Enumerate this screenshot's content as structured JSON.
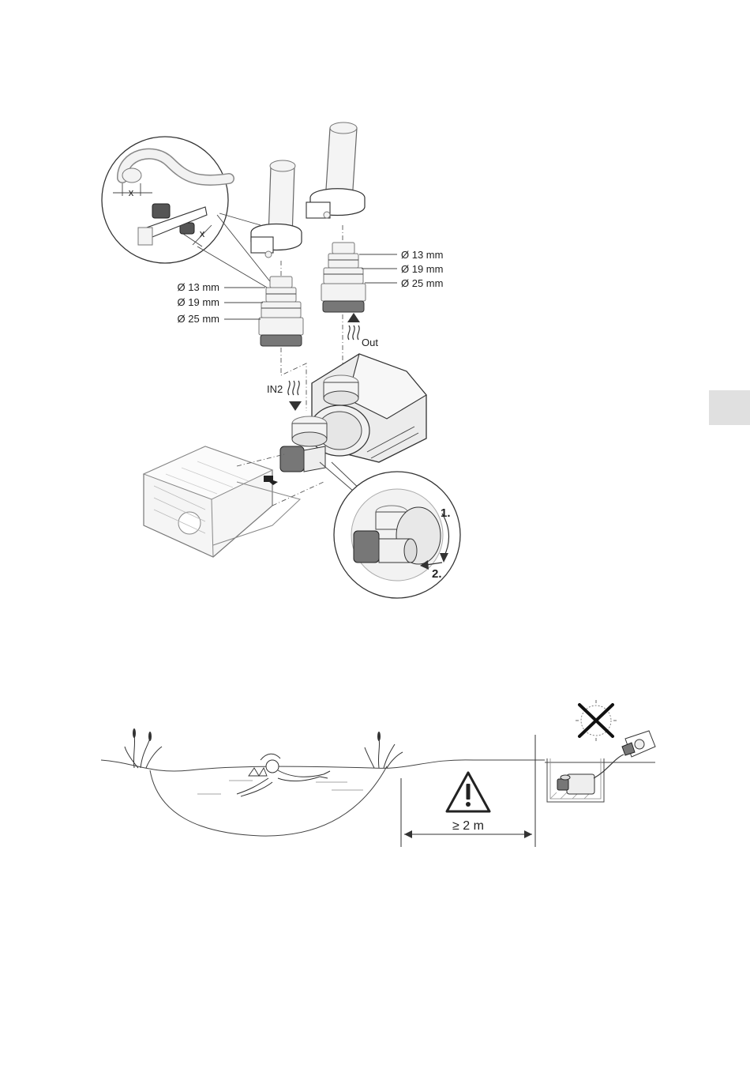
{
  "labels": {
    "left_diameters": [
      "Ø 13 mm",
      "Ø 19 mm",
      "Ø 25 mm"
    ],
    "right_diameters": [
      "Ø 13 mm",
      "Ø 19 mm",
      "Ø 25 mm"
    ],
    "out": "Out",
    "in2": "IN2",
    "x_top": "x",
    "x_side": "x",
    "step1": "1.",
    "step2": "2.",
    "distance": "≥ 2 m"
  },
  "colors": {
    "tab": "#e0e0e0",
    "line": "#333333"
  }
}
